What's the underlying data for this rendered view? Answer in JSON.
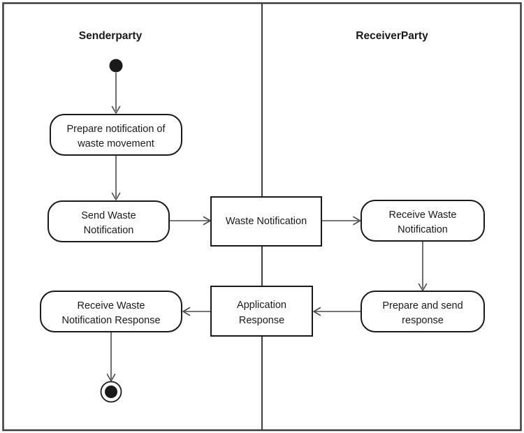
{
  "diagram_type": "uml-activity-swimlane",
  "lanes": [
    {
      "title": "Senderparty"
    },
    {
      "title": "ReceiverParty"
    }
  ],
  "nodes": {
    "initial": {
      "kind": "initial-state"
    },
    "prepare_notification": {
      "line1": "Prepare notification of",
      "line2": "waste movement"
    },
    "send_waste": {
      "line1": "Send Waste",
      "line2": "Notification"
    },
    "waste_notification": {
      "line1": "Waste Notification"
    },
    "receive_waste": {
      "line1": "Receive Waste",
      "line2": "Notification"
    },
    "prepare_response": {
      "line1": "Prepare and send",
      "line2": "response"
    },
    "application_response": {
      "line1": "Application",
      "line2": "Response"
    },
    "receive_response": {
      "line1": "Receive Waste",
      "line2": "Notification Response"
    },
    "final": {
      "kind": "final-state"
    }
  },
  "edges": [
    {
      "from": "initial",
      "to": "prepare_notification"
    },
    {
      "from": "prepare_notification",
      "to": "send_waste"
    },
    {
      "from": "send_waste",
      "to": "waste_notification"
    },
    {
      "from": "waste_notification",
      "to": "receive_waste"
    },
    {
      "from": "receive_waste",
      "to": "prepare_response"
    },
    {
      "from": "prepare_response",
      "to": "application_response"
    },
    {
      "from": "application_response",
      "to": "receive_response"
    },
    {
      "from": "receive_response",
      "to": "final"
    }
  ],
  "colors": {
    "background": "#ffffff",
    "node_border": "#1a1a1a",
    "text": "#1a1a1a",
    "connector": "#4a4a4a",
    "frame": "#3d3d3d"
  }
}
